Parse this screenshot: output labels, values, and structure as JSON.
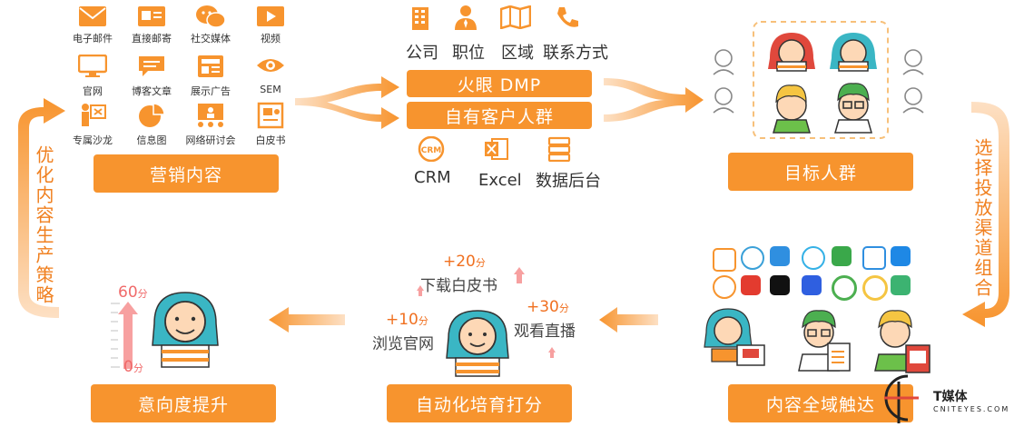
{
  "channels": [
    {
      "label": "电子邮件",
      "icon": "email-icon"
    },
    {
      "label": "直接邮寄",
      "icon": "direct-mail-icon"
    },
    {
      "label": "社交媒体",
      "icon": "social-media-icon"
    },
    {
      "label": "视频",
      "icon": "video-icon"
    },
    {
      "label": "官网",
      "icon": "website-icon"
    },
    {
      "label": "博客文章",
      "icon": "blog-icon"
    },
    {
      "label": "展示广告",
      "icon": "display-ad-icon"
    },
    {
      "label": "SEM",
      "icon": "sem-icon"
    },
    {
      "label": "专属沙龙",
      "icon": "salon-icon"
    },
    {
      "label": "信息图",
      "icon": "infographic-icon"
    },
    {
      "label": "网络研讨会",
      "icon": "webinar-icon"
    },
    {
      "label": "白皮书",
      "icon": "whitepaper-icon"
    }
  ],
  "boxes": {
    "marketing_content": "营销内容",
    "target_audience": "目标人群",
    "intent_up": "意向度提升",
    "auto_nurture": "自动化培育打分",
    "omni_content": "内容全域触达",
    "dmp": "火眼 DMP",
    "own_customers": "自有客户人群"
  },
  "attributes": [
    {
      "label": "公司",
      "icon": "building-icon"
    },
    {
      "label": "职位",
      "icon": "person-tie-icon"
    },
    {
      "label": "区域",
      "icon": "map-icon"
    },
    {
      "label": "联系方式",
      "icon": "phone-icon"
    }
  ],
  "sources": [
    {
      "label": "CRM",
      "icon": "crm-icon"
    },
    {
      "label": "Excel",
      "icon": "excel-icon"
    },
    {
      "label": "数据后台",
      "icon": "database-icon"
    }
  ],
  "side_labels": {
    "left": "优化内容生产策略",
    "right": "选择投放渠道组合"
  },
  "scores": {
    "max": "60",
    "min": "0",
    "unit": "分",
    "plus20": "+20",
    "plus10": "+10",
    "plus30": "+30"
  },
  "actions": {
    "whitepaper": "下载白皮书",
    "website": "浏览官网",
    "live": "观看直播"
  },
  "logo": {
    "name": "T媒体",
    "domain": "CNITEYES.COM"
  },
  "colors": {
    "orange": "#f7942e",
    "teal": "#3ab6c4",
    "green": "#4caf50",
    "dark": "#333333"
  }
}
